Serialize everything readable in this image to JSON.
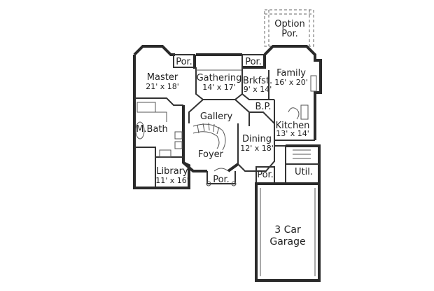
{
  "rooms": {
    "option_porch": {
      "name": "Option",
      "name2": "Por."
    },
    "porch_master": {
      "name": "Por."
    },
    "porch_brkfst": {
      "name": "Por."
    },
    "master": {
      "name": "Master",
      "dim": "21' x 18'"
    },
    "gathering": {
      "name": "Gathering",
      "dim": "14' x 17'"
    },
    "brkfst": {
      "name": "Brkfst.",
      "dim": "9' x 14'"
    },
    "family": {
      "name": "Family",
      "dim": "16' x 20'"
    },
    "gallery": {
      "name": "Gallery"
    },
    "bp": {
      "name": "B.P."
    },
    "mbath": {
      "name": "M.Bath"
    },
    "dining": {
      "name": "Dining",
      "dim": "12' x 18'"
    },
    "kitchen": {
      "name": "Kitchen",
      "dim": "13' x 14'"
    },
    "foyer": {
      "name": "Foyer"
    },
    "library": {
      "name": "Library",
      "dim": "11' x 16'"
    },
    "porch_front": {
      "name": "Por."
    },
    "porch_garage": {
      "name": "Por."
    },
    "util": {
      "name": "Util."
    },
    "garage": {
      "name": "3 Car",
      "name2": "Garage"
    }
  }
}
